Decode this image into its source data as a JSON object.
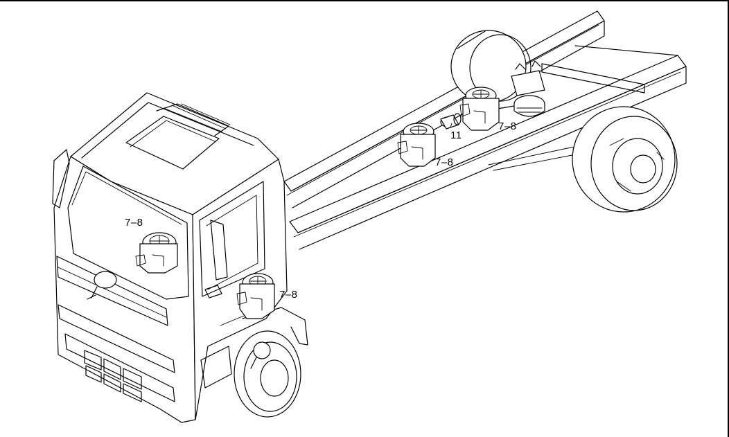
{
  "diagram": {
    "callouts": [
      {
        "id": "c1",
        "label": "7–8"
      },
      {
        "id": "c2",
        "label": "7–8"
      },
      {
        "id": "c3",
        "label": "7–8"
      },
      {
        "id": "c4",
        "label": "7–8"
      },
      {
        "id": "c5",
        "label": "11"
      }
    ]
  }
}
